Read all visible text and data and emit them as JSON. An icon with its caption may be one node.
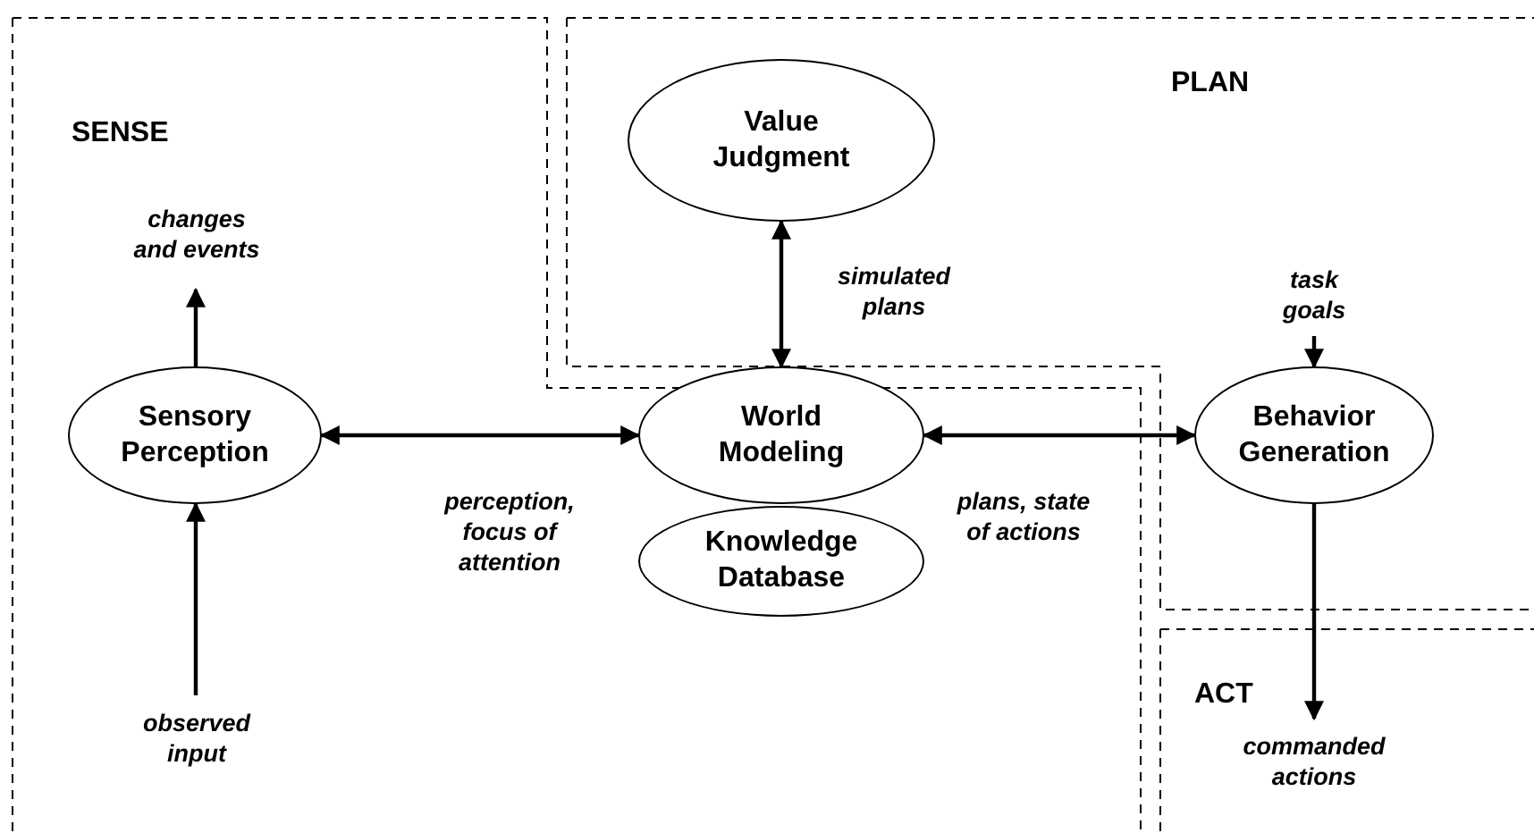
{
  "diagram": {
    "nodes": [
      {
        "text": [
          "Value Judgment"
        ]
      },
      {
        "text": [
          "changes and events"
        ]
      },
      {
        "text": [
          "task goals"
        ]
      },
      {
        "text": [
          "Sensory Perception"
        ]
      },
      {
        "text": [
          "World Modeling"
        ]
      },
      {
        "text": [
          "Behavior Generation"
        ]
      },
      {
        "text": [
          "Knowledge Database"
        ]
      },
      {
        "text": [
          "observed input"
        ]
      },
      {
        "text": [
          "commanded actions"
        ]
      }
    ],
    "edges": [
      {
        "from": 3,
        "to": 1,
        "arrow": "to"
      },
      {
        "from": 7,
        "to": 3,
        "arrow": "to"
      },
      {
        "from": 2,
        "to": 5,
        "arrow": "to"
      },
      {
        "from": 5,
        "to": 8,
        "arrow": "to"
      },
      {
        "from": 0,
        "to": 4,
        "arrow": "both",
        "label": "simulated plans"
      },
      {
        "from": 3,
        "to": 4,
        "arrow": "both",
        "label": "perception, focus of attention"
      },
      {
        "from": 4,
        "to": 5,
        "arrow": "both",
        "label": "plans, state of actions"
      }
    ],
    "labels": [
      "SENSE",
      "PLAN",
      "ACT"
    ]
  }
}
